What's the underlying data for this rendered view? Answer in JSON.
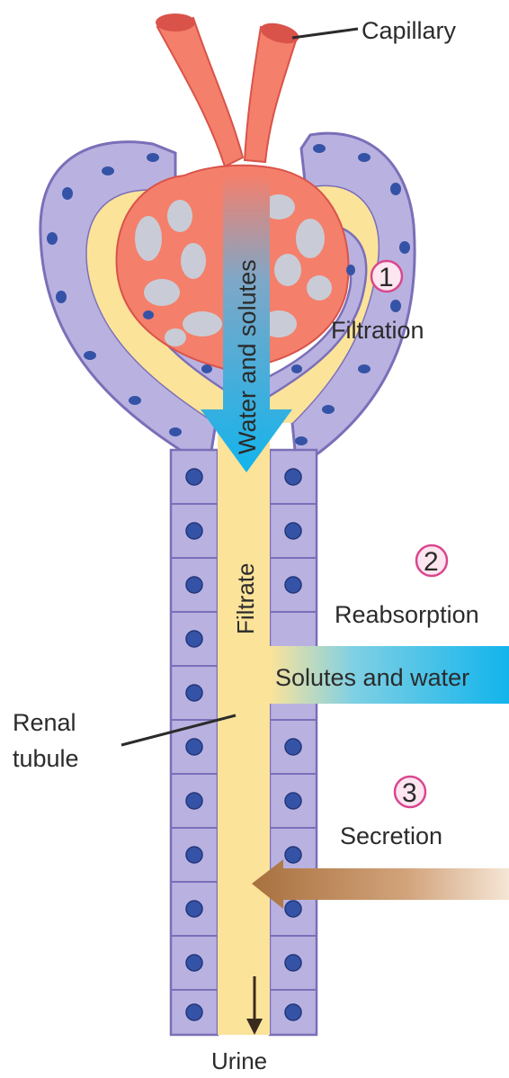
{
  "labels": {
    "capillary": "Capillary",
    "water_solutes": "Water and solutes",
    "filtration": "Filtration",
    "filtrate": "Filtrate",
    "reabsorption": "Reabsorption",
    "solutes_water": "Solutes and water",
    "renal_line1": "Renal",
    "renal_line2": "tubule",
    "secretion": "Secretion",
    "urine": "Urine"
  },
  "steps": [
    "1",
    "2",
    "3"
  ],
  "colors": {
    "capillary": "#f47f6b",
    "capillary_dark": "#d9534a",
    "filtrate": "#fbe39a",
    "epithelium": "#b9b2e0",
    "epithelium_edge": "#7a6fb8",
    "nucleus": "#3553a6",
    "water_arrow": "#1bb3ea",
    "secretion_arrow": "#b77a45",
    "step_circle": "#d9468f"
  }
}
